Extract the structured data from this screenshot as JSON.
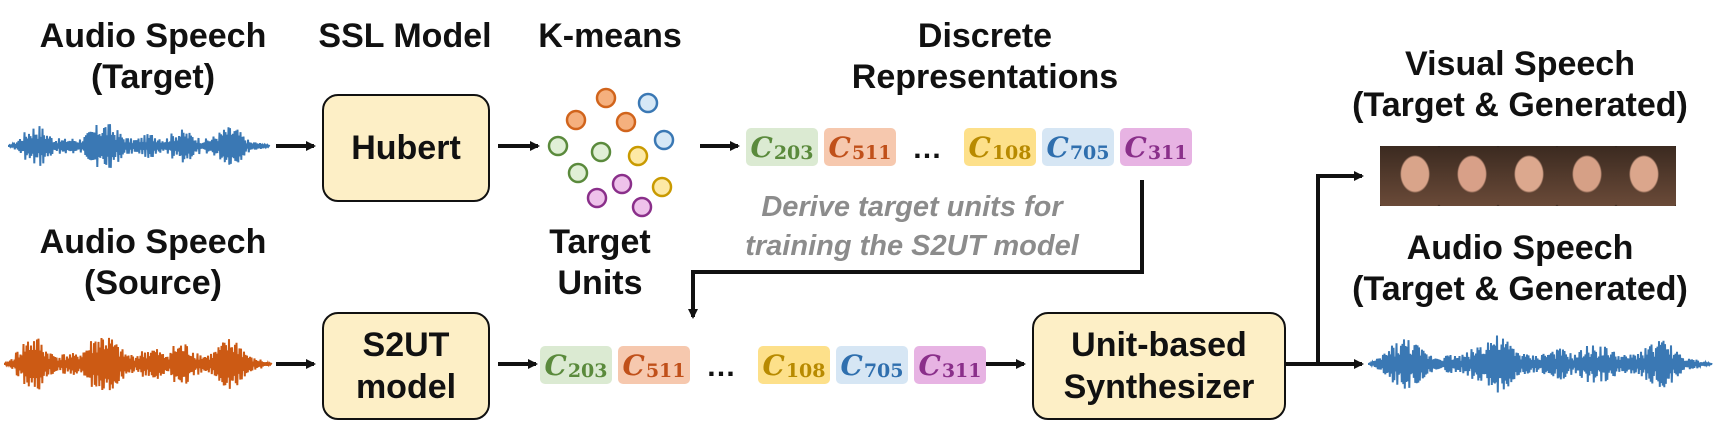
{
  "headers": {
    "audio_target": [
      "Audio Speech",
      "(Target)"
    ],
    "ssl_model": "SSL Model",
    "kmeans": "K-means",
    "discrete": [
      "Discrete",
      "Representations"
    ],
    "visual_speech": [
      "Visual Speech",
      "(Target & Generated)"
    ],
    "audio_source": [
      "Audio Speech",
      "(Source)"
    ],
    "target_units": [
      "Target",
      "Units"
    ],
    "audio_out": [
      "Audio Speech",
      "(Target & Generated)"
    ]
  },
  "boxes": {
    "hubert": "Hubert",
    "s2ut": [
      "S2UT",
      "model"
    ],
    "synth": [
      "Unit-based",
      "Synthesizer"
    ]
  },
  "units_top": [
    {
      "letter": "C",
      "sub": "203",
      "bg": "#dbead2",
      "fg": "#5a8a3c"
    },
    {
      "letter": "C",
      "sub": "511",
      "bg": "#f6c8ae",
      "fg": "#c0501a"
    },
    {
      "letter": "C",
      "sub": "108",
      "bg": "#fde08a",
      "fg": "#b88a00"
    },
    {
      "letter": "C",
      "sub": "705",
      "bg": "#d6e6f4",
      "fg": "#2f6fae"
    },
    {
      "letter": "C",
      "sub": "311",
      "bg": "#e7b3e3",
      "fg": "#8a2f8a"
    }
  ],
  "units_bottom": [
    {
      "letter": "C",
      "sub": "203",
      "bg": "#dbead2",
      "fg": "#5a8a3c"
    },
    {
      "letter": "C",
      "sub": "511",
      "bg": "#f6c8ae",
      "fg": "#c0501a"
    },
    {
      "letter": "C",
      "sub": "108",
      "bg": "#fde08a",
      "fg": "#b88a00"
    },
    {
      "letter": "C",
      "sub": "705",
      "bg": "#d6e6f4",
      "fg": "#2f6fae"
    },
    {
      "letter": "C",
      "sub": "311",
      "bg": "#e7b3e3",
      "fg": "#8a2f8a"
    }
  ],
  "ellipsis": "…",
  "note": [
    "Derive target units for",
    "training the S2UT model"
  ],
  "colors": {
    "target_wave": "#3a78b4",
    "source_wave": "#cc5a14",
    "output_wave": "#3a78b4",
    "box_fill": "#fdefc6",
    "note_text": "#8c8c8c"
  }
}
